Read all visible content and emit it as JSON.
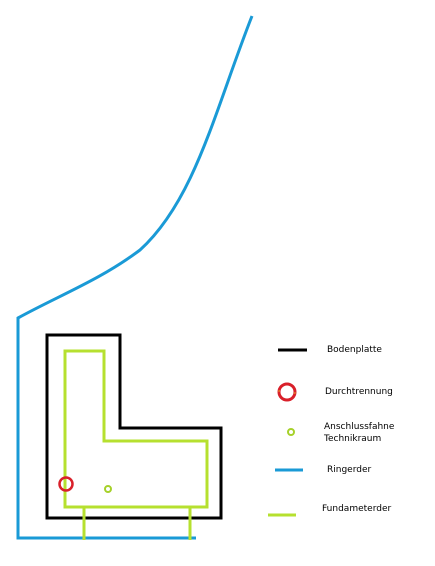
{
  "colors": {
    "bodenplatte": "#000000",
    "durchtrennung": "#d9202a",
    "durchtrennung_core": "#e8a020",
    "anschlussfahne": "#a6d12a",
    "ringerder": "#1a9ad6",
    "fundamenterder": "#b6e02f"
  },
  "legend": {
    "bodenplatte": "Bodenplatte",
    "durchtrennung": "Durchtrennung",
    "anschlussfahne_line1": "Anschlussfahne",
    "anschlussfahne_line2": "Technikraum",
    "ringerder": "Ringerder",
    "fundamenterder": "Fundameterder"
  }
}
